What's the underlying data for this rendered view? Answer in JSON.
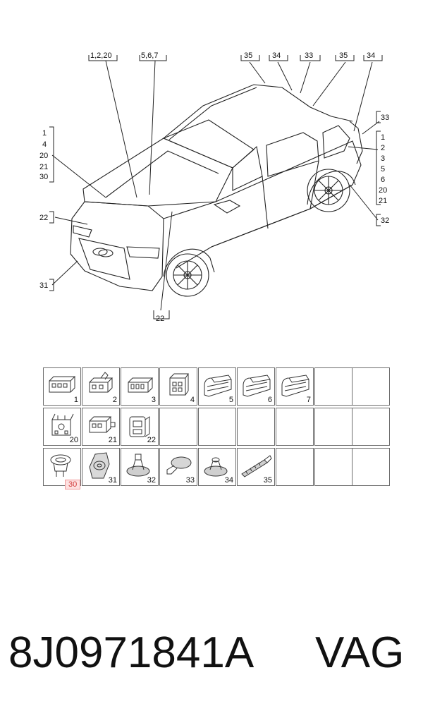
{
  "diagram": {
    "callouts": {
      "top_1": "1,2,20",
      "top_2": "5,6,7",
      "top_3": "35",
      "top_4": "34",
      "top_5": "33",
      "top_6": "35",
      "top_7": "34",
      "left_stack": [
        "1",
        "4",
        "20",
        "21",
        "30"
      ],
      "left_22": "22",
      "left_31": "31",
      "bottom_22": "22",
      "right_33": "33",
      "right_stack": [
        "1",
        "2",
        "3",
        "5",
        "6",
        "20",
        "21"
      ],
      "right_32": "32"
    }
  },
  "parts": {
    "row1": [
      "1",
      "2",
      "3",
      "4",
      "5",
      "6",
      "7"
    ],
    "row2": [
      "20",
      "21",
      "22"
    ],
    "row3": [
      "30",
      "31",
      "32",
      "33",
      "34",
      "35"
    ],
    "highlighted": "30"
  },
  "footer": {
    "part_number": "8J0971841A",
    "brand": "VAG"
  }
}
